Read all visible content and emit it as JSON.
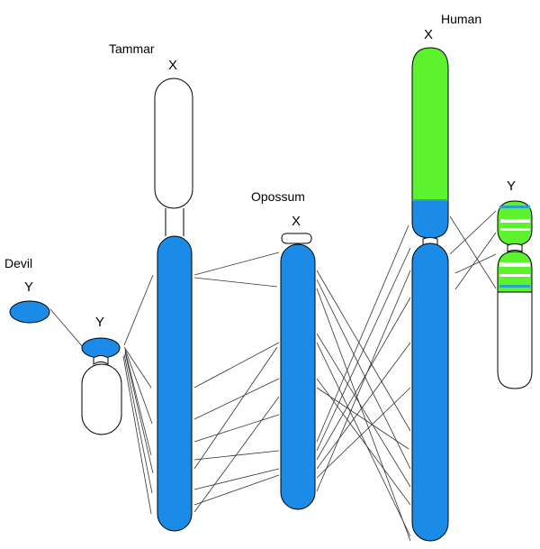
{
  "labels": {
    "tammar": "Tammar",
    "opossum": "Opossum",
    "human": "Human",
    "devil": "Devil",
    "tammar_x": "X",
    "opossum_x": "X",
    "human_x": "X",
    "human_y": "Y",
    "devil_y": "Y",
    "tammar_y": "Y"
  },
  "colors": {
    "blue": "#1b8be8",
    "green": "#5cf22e",
    "outline": "#000000",
    "white": "#ffffff",
    "link_line": "#333333"
  }
}
